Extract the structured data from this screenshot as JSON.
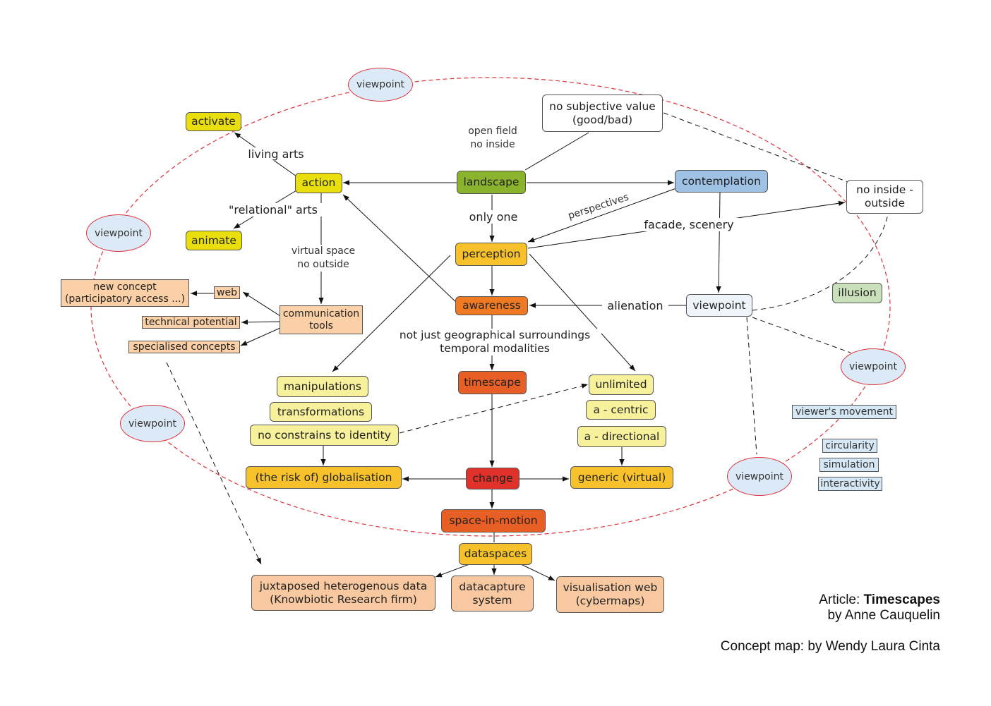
{
  "nodes": {
    "activate": "activate",
    "action": "action",
    "animate": "animate",
    "landscape": "landscape",
    "contemplation": "contemplation",
    "no_subjective": "no subjective value\n(good/bad)",
    "no_inside_outside": "no inside -\noutside",
    "perception": "perception",
    "awareness": "awareness",
    "viewpoint_node": "viewpoint",
    "illusion": "illusion",
    "timescape": "timescape",
    "unlimited": "unlimited",
    "a_centric": "a - centric",
    "a_directional": "a - directional",
    "manipulations": "manipulations",
    "transformations": "transformations",
    "no_constrains": "no constrains to identity",
    "globalisation": "(the risk of) globalisation",
    "change": "change",
    "generic_virtual": "generic (virtual)",
    "space_in_motion": "space-in-motion",
    "dataspaces": "dataspaces",
    "juxtaposed": "juxtaposed heterogenous data\n(Knowbiotic Research firm)",
    "datacapture": "datacapture\nsystem",
    "visualisation_web": "visualisation web\n(cybermaps)",
    "new_concept": "new concept\n(participatory access ...)",
    "web": "web",
    "communication_tools": "communication\ntools",
    "technical_potential": "technical potential",
    "specialised_concepts": "specialised concepts",
    "viewers_movement": "viewer's movement",
    "circularity": "circularity",
    "simulation": "simulation",
    "interactivity": "interactivity"
  },
  "viewpoint_ellipses": [
    "viewpoint",
    "viewpoint",
    "viewpoint",
    "viewpoint",
    "viewpoint"
  ],
  "links": {
    "open_field": "open field\nno inside",
    "living_arts": "living arts",
    "relational_arts": "\"relational\" arts",
    "virtual_space": "virtual space\nno outside",
    "only_one": "only one",
    "perspectives": "perspectives",
    "facade_scenery": "facade, scenery",
    "alienation": "alienation",
    "geographical": "not just geographical surroundings\ntemporal modalities"
  },
  "credits": {
    "article_prefix": "Article: ",
    "article_title": "Timescapes",
    "author": "by Anne Cauquelin",
    "concept_map": "Concept map: by Wendy Laura Cinta"
  }
}
